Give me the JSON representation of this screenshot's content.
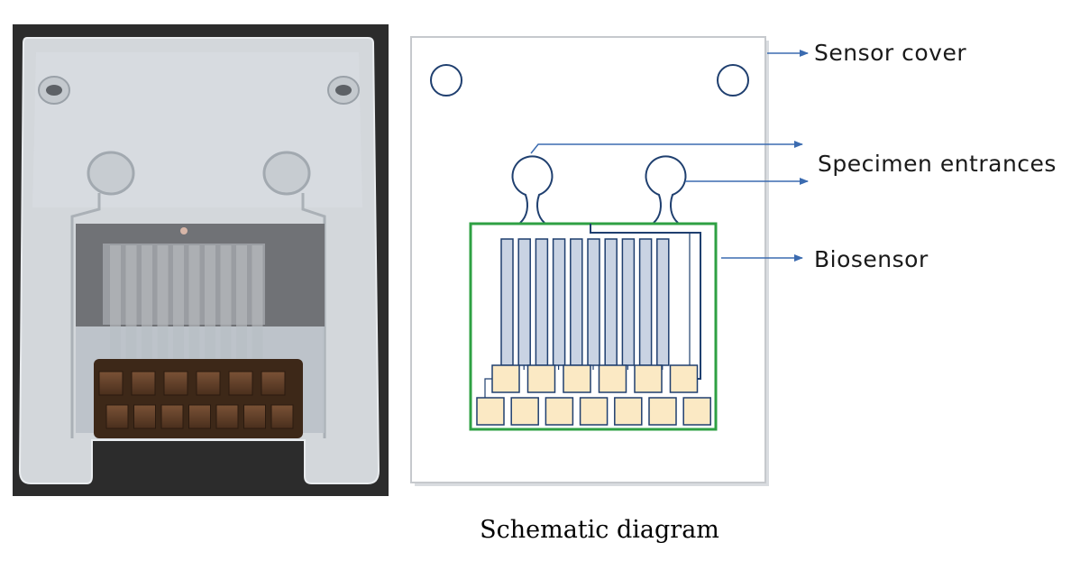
{
  "figure": {
    "caption": "Schematic diagram",
    "labels": {
      "sensor_cover": "Sensor cover",
      "specimen_entrances": "Specimen entrances",
      "biosensor": "Biosensor"
    },
    "colors": {
      "photo_background": "#2b2b2b",
      "cover_plastic": "#d2d6da",
      "sensor_window": "#6f7174",
      "contact_pads_photo": "#5a3a24",
      "schematic_outline": "#1f3f6f",
      "biosensor_border": "#2ea043",
      "electrode_fill": "#c9d3e3",
      "pad_fill": "#fbe9c4",
      "arrow": "#3b6bb0"
    },
    "counts": {
      "electrodes": 10,
      "pads_top_row": 6,
      "pads_bottom_row": 7
    }
  }
}
